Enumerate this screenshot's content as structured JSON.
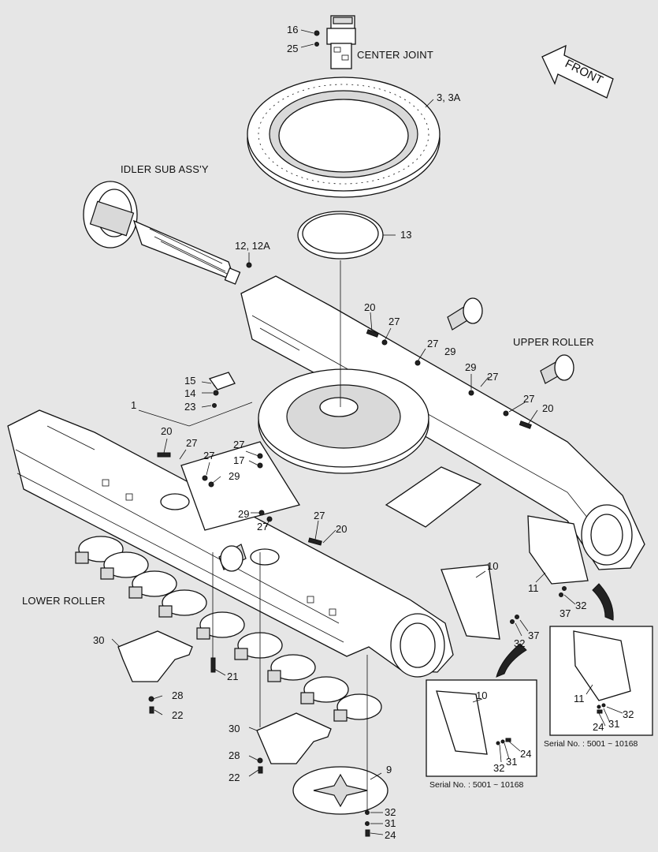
{
  "captions": {
    "center_joint": "CENTER JOINT",
    "idler": "IDLER SUB ASS'Y",
    "upper_roller": "UPPER ROLLER",
    "lower_roller": "LOWER ROLLER",
    "front": "FRONT"
  },
  "callouts": [
    {
      "id": "c16",
      "text": "16"
    },
    {
      "id": "c25",
      "text": "25"
    },
    {
      "id": "c3",
      "text": "3, 3A"
    },
    {
      "id": "c12",
      "text": "12, 12A"
    },
    {
      "id": "c13",
      "text": "13"
    },
    {
      "id": "c20a",
      "text": "20"
    },
    {
      "id": "c27a",
      "text": "27"
    },
    {
      "id": "c27b",
      "text": "27"
    },
    {
      "id": "c29a",
      "text": "29"
    },
    {
      "id": "c29b",
      "text": "29"
    },
    {
      "id": "c27c",
      "text": "27"
    },
    {
      "id": "c27d",
      "text": "27"
    },
    {
      "id": "c20b",
      "text": "20"
    },
    {
      "id": "c15",
      "text": "15"
    },
    {
      "id": "c14",
      "text": "14"
    },
    {
      "id": "c23",
      "text": "23"
    },
    {
      "id": "c1",
      "text": "1"
    },
    {
      "id": "c20c",
      "text": "20"
    },
    {
      "id": "c27e",
      "text": "27"
    },
    {
      "id": "c27f",
      "text": "27"
    },
    {
      "id": "c29c",
      "text": "29"
    },
    {
      "id": "c27g",
      "text": "27"
    },
    {
      "id": "c17",
      "text": "17"
    },
    {
      "id": "c29d",
      "text": "29"
    },
    {
      "id": "c27h",
      "text": "27"
    },
    {
      "id": "c27i",
      "text": "27"
    },
    {
      "id": "c20d",
      "text": "20"
    },
    {
      "id": "c10",
      "text": "10"
    },
    {
      "id": "c11",
      "text": "11"
    },
    {
      "id": "c37a",
      "text": "37"
    },
    {
      "id": "c32a",
      "text": "32"
    },
    {
      "id": "c32b",
      "text": "32"
    },
    {
      "id": "c37b",
      "text": "37"
    },
    {
      "id": "c30a",
      "text": "30"
    },
    {
      "id": "c21",
      "text": "21"
    },
    {
      "id": "c28a",
      "text": "28"
    },
    {
      "id": "c22a",
      "text": "22"
    },
    {
      "id": "c30b",
      "text": "30"
    },
    {
      "id": "c28b",
      "text": "28"
    },
    {
      "id": "c22b",
      "text": "22"
    },
    {
      "id": "c9",
      "text": "9"
    },
    {
      "id": "c32c",
      "text": "32"
    },
    {
      "id": "c31a",
      "text": "31"
    },
    {
      "id": "c24a",
      "text": "24"
    },
    {
      "id": "c10b",
      "text": "10"
    },
    {
      "id": "c24b",
      "text": "24"
    },
    {
      "id": "c32d",
      "text": "32"
    },
    {
      "id": "c31b",
      "text": "31"
    },
    {
      "id": "c11b",
      "text": "11"
    },
    {
      "id": "c32e",
      "text": "32"
    },
    {
      "id": "c24c",
      "text": "24"
    },
    {
      "id": "c31c",
      "text": "31"
    }
  ],
  "serial_left": "Serial No. : 5001 ~ 10168",
  "serial_right": "Serial No. : 5001 ~ 10168"
}
